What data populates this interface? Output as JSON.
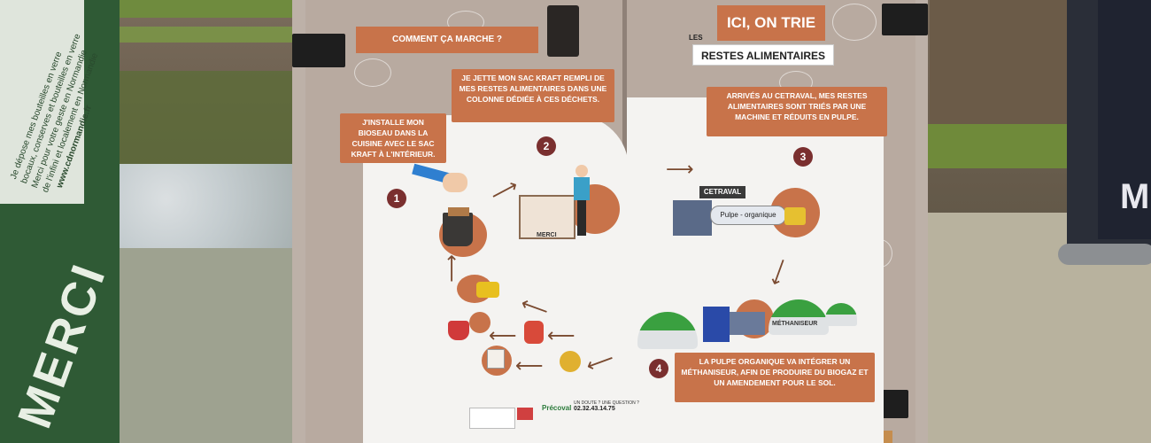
{
  "left_bin": {
    "lines": [
      "Je dépose mes bouteilles en verre",
      "bocaux, conserves et bouteilles en verre",
      "Merci pour votre geste en Normandie",
      "de l'infini et localement en Normandie",
      "www.cdnormandie.fr"
    ],
    "big_word": "MERCI"
  },
  "cabinet": {
    "header": {
      "how_it_works": "COMMENT ÇA MARCHE ?",
      "title": "ICI, ON TRIE",
      "les": "LES",
      "subtitle": "RESTES ALIMENTAIRES"
    },
    "steps": [
      {
        "number": "1",
        "text": "J'INSTALLE MON BIOSEAU DANS LA CUISINE AVEC LE SAC KRAFT À L'INTÉRIEUR."
      },
      {
        "number": "2",
        "text": "JE JETTE MON SAC KRAFT REMPLI DE MES RESTES ALIMENTAIRES DANS UNE COLONNE DÉDIÉE À CES DÉCHETS."
      },
      {
        "number": "3",
        "text": "ARRIVÉS AU CETRAVAL, MES RESTES ALIMENTAIRES SONT TRIÉS PAR UNE MACHINE ET RÉDUITS EN PULPE."
      },
      {
        "number": "4",
        "text": "LA PULPE ORGANIQUE VA INTÉGRER UN MÉTHANISEUR, AFIN DE PRODUIRE DU BIOGAZ ET UN AMENDEMENT POUR LE SOL."
      }
    ],
    "illustration_labels": {
      "cetraval": "CETRAVAL",
      "pulpe": "Pulpe - organique",
      "methaniseur": "MÉTHANISEUR",
      "merci": "MERCI"
    },
    "footer": {
      "question": "UN DOUTE ? UNE QUESTION ?",
      "phone": "02.32.43.14.75",
      "brand": "Précoval"
    }
  },
  "right_bin": {
    "letter": "M"
  }
}
